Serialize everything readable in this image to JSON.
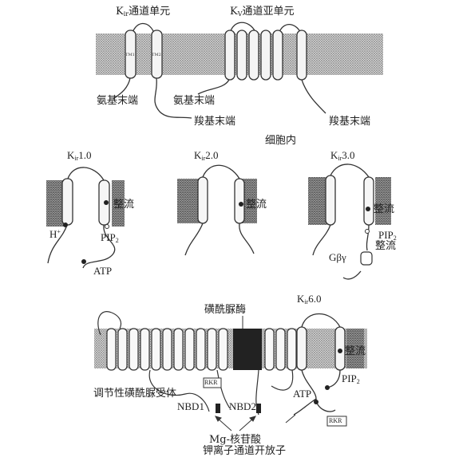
{
  "top_panel": {
    "kir_subunit_label": {
      "main": "K",
      "sub": "ir",
      "rest": "通道单元"
    },
    "kv_subunit_label": {
      "main": "K",
      "sub": "V",
      "rest": "通道亚单元"
    },
    "tm_left": "TM1",
    "tm_right": "TM2",
    "amino_terminus_1": "氨基末端",
    "amino_terminus_2": "氨基末端",
    "carboxyl_terminus_1": "羧基末端",
    "carboxyl_terminus_2": "羧基末端",
    "intracellular": "细胞内"
  },
  "middle_panel": {
    "kir1_title": {
      "main": "K",
      "sub": "ir",
      "rest": "1.0"
    },
    "kir2_title": {
      "main": "K",
      "sub": "ir",
      "rest": "2.0"
    },
    "kir3_title": {
      "main": "K",
      "sub": "ir",
      "rest": "3.0"
    },
    "rectification_1": "整流",
    "rectification_2": "整流",
    "rectification_3": "整流",
    "rectification_4": "整流",
    "proton": {
      "main": "H",
      "sup": "+"
    },
    "pip2_1": {
      "main": "PIP",
      "sub": "2"
    },
    "pip2_2": {
      "main": "PIP",
      "sub": "2"
    },
    "atp": "ATP",
    "gbg": "Gβγ"
  },
  "bottom_panel": {
    "kir6_title": {
      "main": "K",
      "sub": "ir",
      "rest": "6.0"
    },
    "sulfonylurea": "磺酰脲酶",
    "sur_receptor": "调节性磺酰脲受体",
    "rectification": "整流",
    "pip2": {
      "main": "PIP",
      "sub": "2"
    },
    "atp": "ATP",
    "rkr_1": "RKR",
    "rkr_2": "RKR",
    "nbd1": "NBD1",
    "nbd2": "NBD2",
    "mg_nucleotide": "Mg-核苷酸",
    "channel_opener": "钾离子通道开放子"
  }
}
